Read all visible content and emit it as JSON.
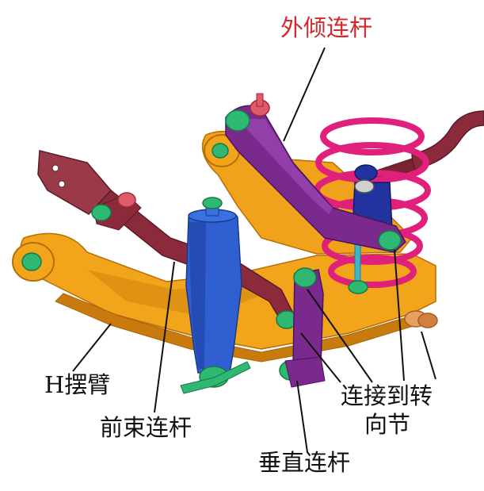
{
  "labels": {
    "camber_link": "外倾连杆",
    "h_arm": "H摆臂",
    "toe_link": "前束连杆",
    "knuckle_line1": "连接到转",
    "knuckle_line2": "向节",
    "vertical_link": "垂直连杆"
  },
  "colors": {
    "camber_link_label": "#d4282d",
    "label_text": "#111111",
    "h_arm": "#f2a51a",
    "camber_link": "#7a2a8c",
    "toe_link": "#8a2a3a",
    "shock_absorber": "#2f5fd0",
    "coil_spring": "#e0207a",
    "bushing": "#2eb872",
    "end_joint": "#e05a6a",
    "stabilizer_link": "#3fb6c8"
  }
}
